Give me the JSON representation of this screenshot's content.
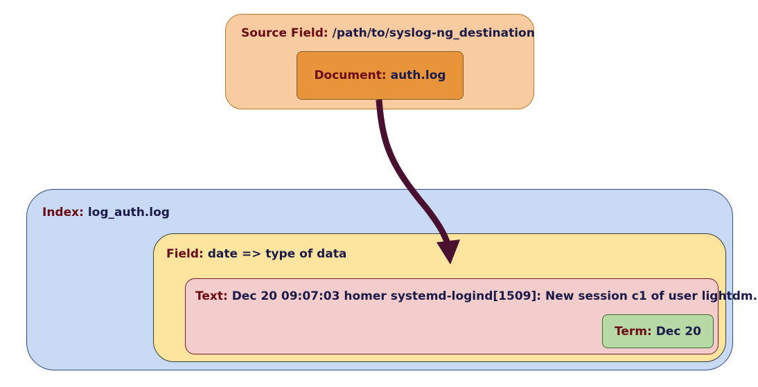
{
  "source": {
    "key": "Source Field:",
    "value": "/path/to/syslog-ng_destination"
  },
  "document": {
    "key": "Document:",
    "value": "auth.log"
  },
  "index": {
    "key": "Index:",
    "value": "log_auth.log"
  },
  "field": {
    "key": "Field:",
    "value": "date => type of data"
  },
  "text": {
    "key": "Text:",
    "value": "Dec 20 09:07:03 homer systemd-logind[1509]: New session c1 of user lightdm."
  },
  "term": {
    "key": "Term:",
    "value": "Dec 20"
  },
  "colors": {
    "source_fill": "#f8cba0",
    "document_fill": "#e8943a",
    "index_fill": "#c9daf5",
    "field_fill": "#fde49f",
    "text_fill": "#f3cccc",
    "term_fill": "#b7d9a6",
    "arrow": "#4a1030",
    "key_text": "#6a0a12",
    "value_text": "#1b1b4a"
  }
}
